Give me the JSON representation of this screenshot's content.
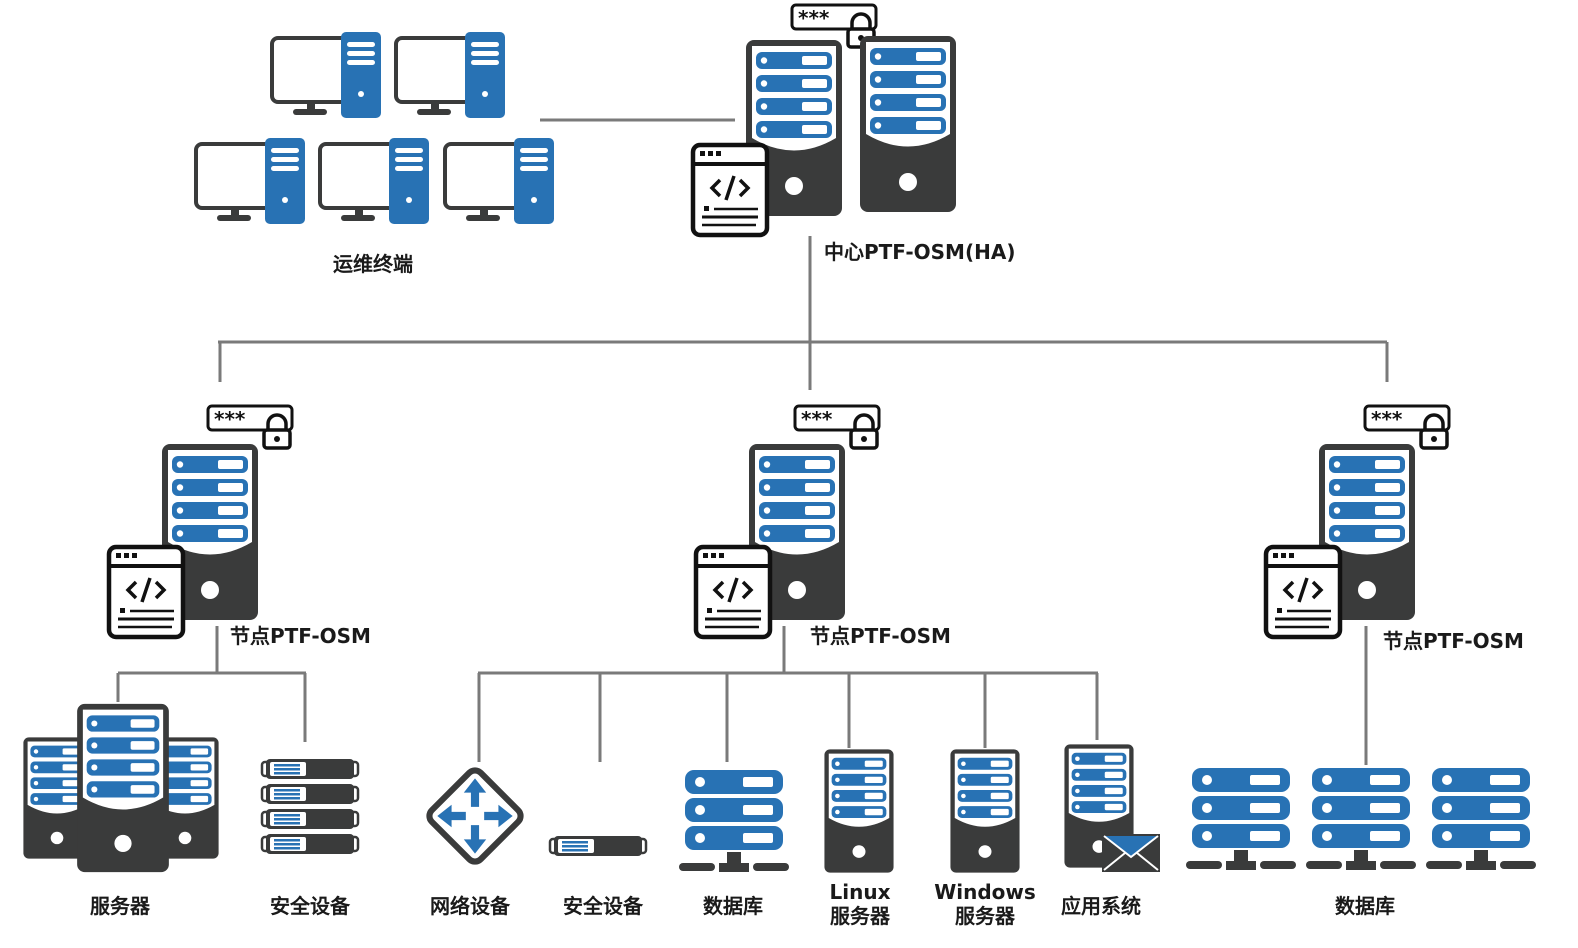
{
  "diagram": {
    "title": "PTF-OSM deployment topology",
    "colors": {
      "blue": "#2872b4",
      "dark": "#3a3b3b",
      "line": "#7a7a7a",
      "text": "#1a1a1a"
    },
    "terminals": {
      "label": "运维终端",
      "count": 5,
      "icon": "desktop-computer-icon"
    },
    "center": {
      "label": "中心PTF-OSM(HA)",
      "icons": [
        "password-lock-icon",
        "tower-server-icon",
        "tower-server-icon",
        "code-window-icon"
      ]
    },
    "nodes": [
      {
        "label": "节点PTF-OSM",
        "icons": [
          "password-lock-icon",
          "tower-server-icon",
          "code-window-icon"
        ],
        "children": [
          {
            "label": "服务器",
            "icon": "server-cluster-icon"
          },
          {
            "label": "安全设备",
            "icon": "security-appliance-stack-icon"
          }
        ]
      },
      {
        "label": "节点PTF-OSM",
        "icons": [
          "password-lock-icon",
          "tower-server-icon",
          "code-window-icon"
        ],
        "children": [
          {
            "label": "网络设备",
            "icon": "router-icon"
          },
          {
            "label": "安全设备",
            "icon": "security-appliance-icon"
          },
          {
            "label": "数据库",
            "icon": "database-server-icon"
          },
          {
            "label_line1": "Linux",
            "label_line2": "服务器",
            "icon": "tower-server-icon"
          },
          {
            "label_line1": "Windows",
            "label_line2": "服务器",
            "icon": "tower-server-icon"
          },
          {
            "label": "应用系统",
            "icon": "mail-server-icon"
          }
        ]
      },
      {
        "label": "节点PTF-OSM",
        "icons": [
          "password-lock-icon",
          "tower-server-icon",
          "code-window-icon"
        ],
        "children": [
          {
            "label": "数据库",
            "icon": "database-server-icon",
            "count": 3
          }
        ]
      }
    ],
    "password_mask": "***",
    "code_glyph": "</>"
  }
}
